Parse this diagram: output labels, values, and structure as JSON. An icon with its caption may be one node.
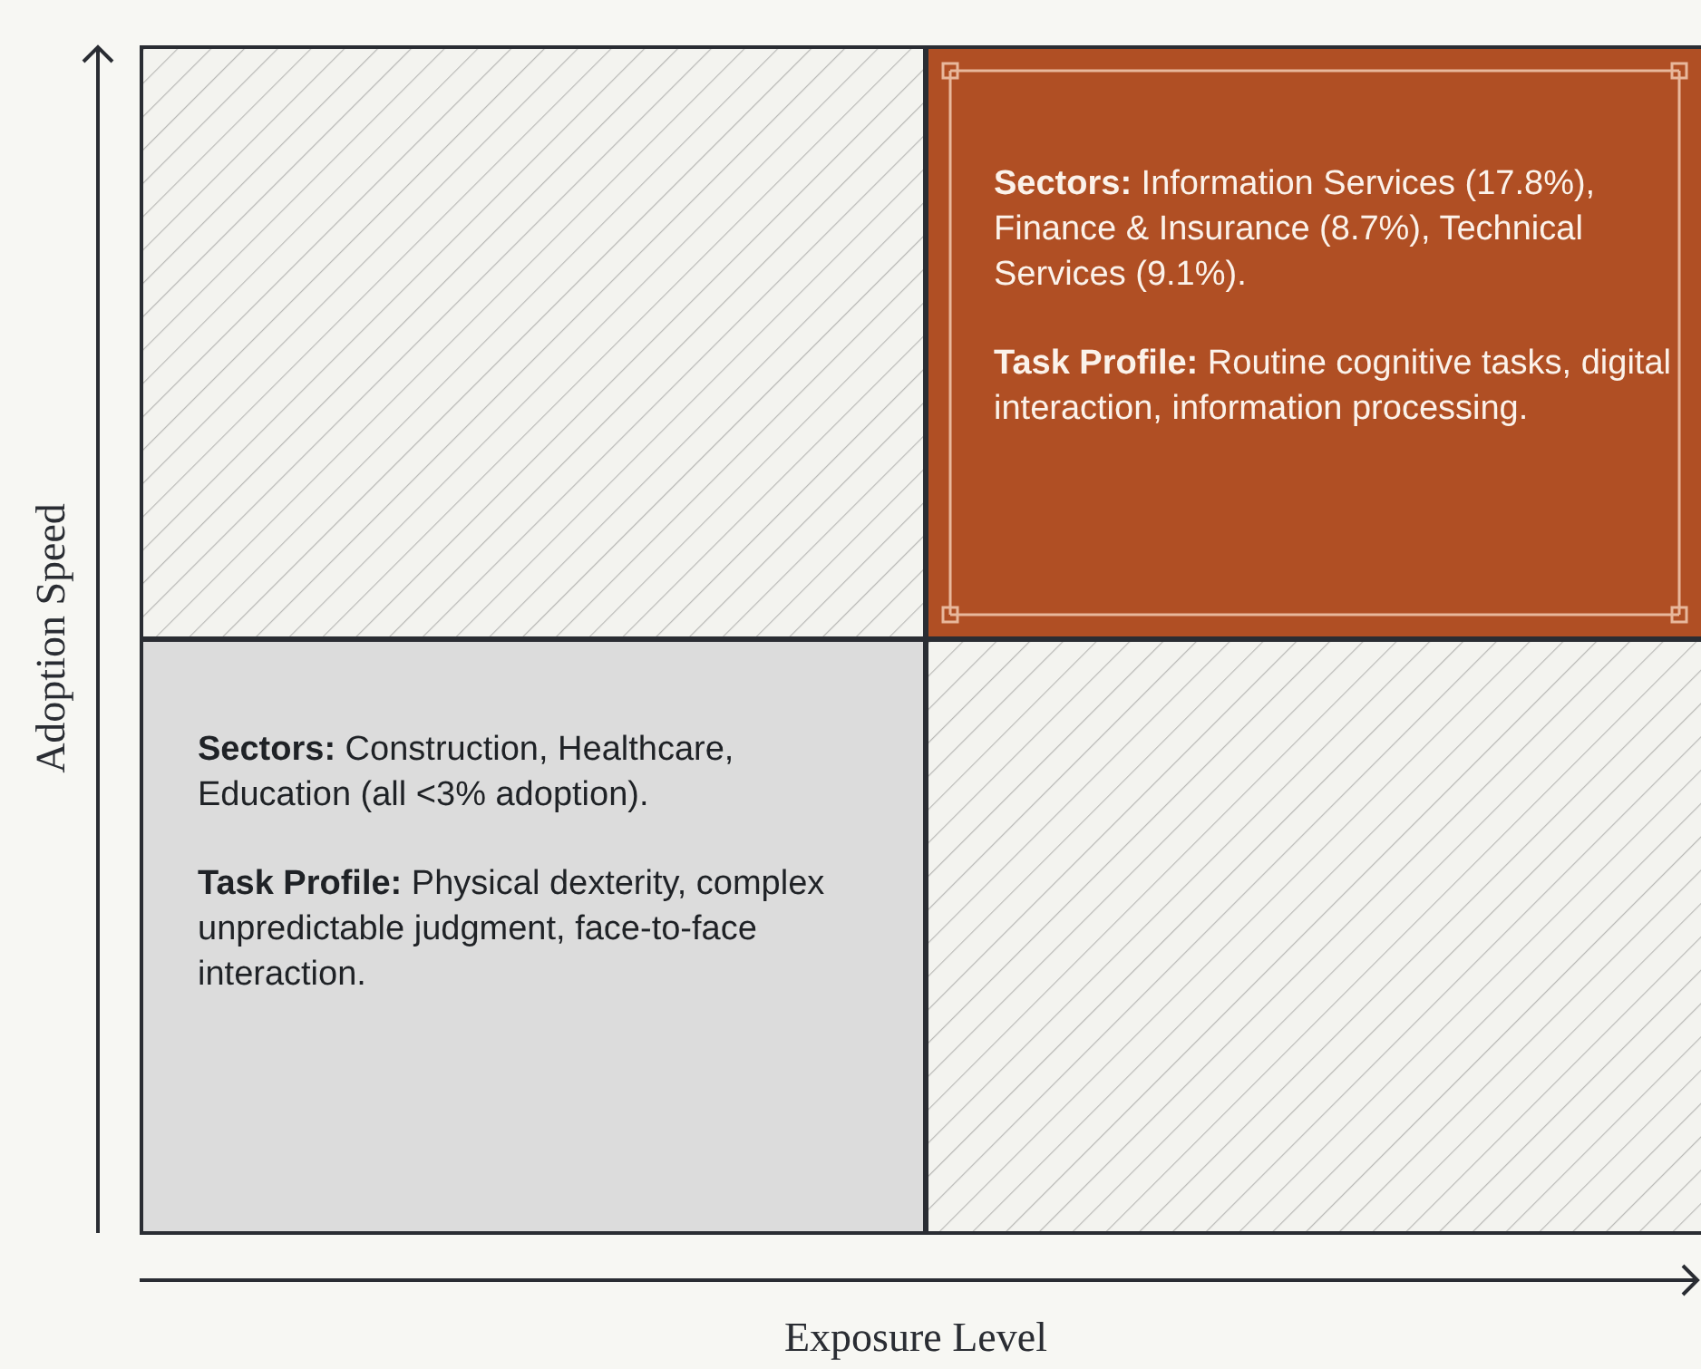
{
  "diagram": {
    "nodes": [
      {
        "text": [],
        "shape": "box"
      },
      {
        "text": [
          "**Sectors:** Information Services (17.8%), Finance & Insurance (8.7%), Technical Services (9.1%).",
          "**Task Profile:** Routine cognitive tasks, digital interaction, information processing."
        ]
      },
      {
        "text": [
          "**Sectors:** Construction, Healthcare, Education (all <3% adoption).",
          "**Task Profile:** Physical dexterity, complex unpredictable judgment, face-to-face interaction."
        ]
      },
      {
        "text": [],
        "shape": "box"
      }
    ],
    "labels": [
      "Adoption Speed",
      "Exposure Level"
    ]
  }
}
